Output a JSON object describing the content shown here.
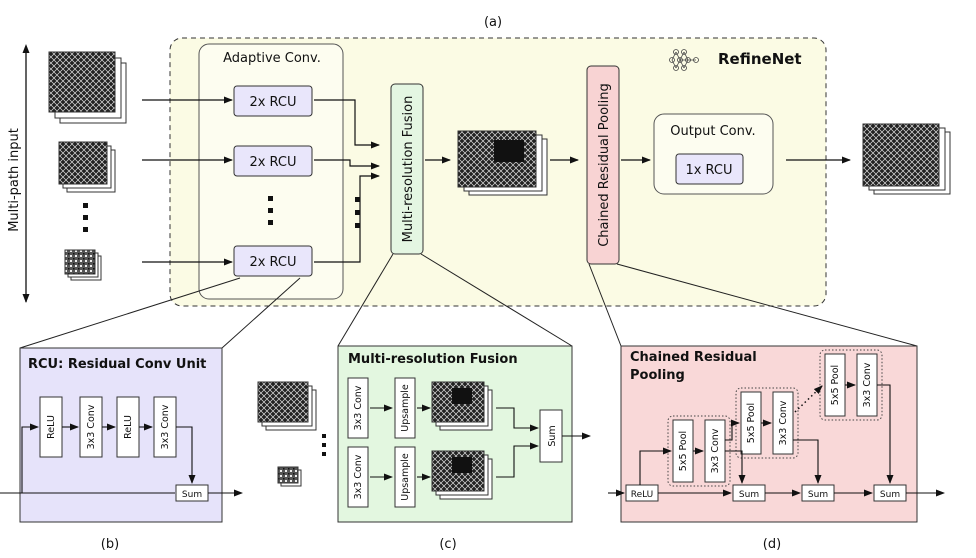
{
  "labels": {
    "a": "(a)",
    "b": "(b)",
    "c": "(c)",
    "d": "(d)"
  },
  "refinenet": {
    "title": "RefineNet",
    "adaptive_conv": "Adaptive Conv.",
    "rcu_blocks": [
      "2x RCU",
      "2x RCU",
      "2x RCU"
    ],
    "mrf": "Multi-resolution Fusion",
    "crp": "Chained Residual Pooling",
    "output_conv": "Output Conv.",
    "output_rcu": "1x RCU",
    "multi_path_input": "Multi-path input"
  },
  "rcu_panel": {
    "title": "RCU: Residual Conv Unit",
    "blocks": [
      "ReLU",
      "3x3 Conv",
      "ReLU",
      "3x3 Conv"
    ],
    "sum": "Sum"
  },
  "mrf_panel": {
    "title": "Multi-resolution Fusion",
    "conv": [
      "3x3 Conv",
      "3x3 Conv"
    ],
    "upsample": [
      "Upsample",
      "Upsample"
    ],
    "sum": "Sum"
  },
  "crp_panel": {
    "title_line1": "Chained Residual",
    "title_line2": "Pooling",
    "relu": "ReLU",
    "pool": [
      "5x5 Pool",
      "5x5 Pool",
      "5x5 Pool"
    ],
    "conv": [
      "3x3 Conv",
      "3x3 Conv",
      "3x3 Conv"
    ],
    "sum": [
      "Sum",
      "Sum",
      "Sum"
    ]
  },
  "colors": {
    "refinenet_bg": "#fbfbe4",
    "rcu_block": "#e9e6fb",
    "mrf_block": "#e4f6e2",
    "crp_block": "#f8d3d3",
    "rcu_panel": "#e6e3fa",
    "mrf_panel": "#e3f7e0",
    "crp_panel": "#f9d8d8"
  }
}
